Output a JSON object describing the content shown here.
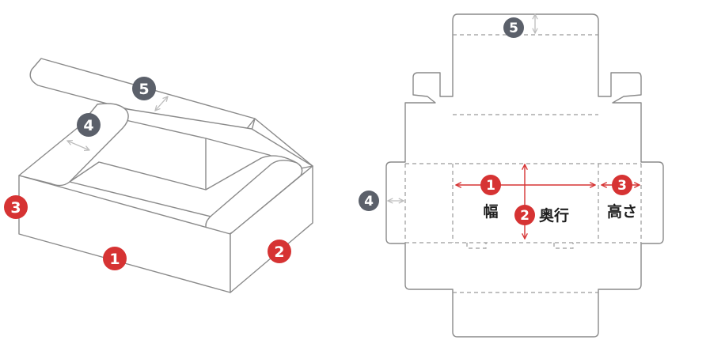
{
  "colors": {
    "outline": "#8a8a8a",
    "fold_dash": "#9a9a9a",
    "accent_red": "#d63333",
    "dark_badge": "#5b606a",
    "light_arrow": "#bdbdbd",
    "text": "#1f1f1f"
  },
  "box_view": {
    "badges": {
      "width": "1",
      "depth": "2",
      "height": "3",
      "insert_flap": "4",
      "lid_flap": "5"
    }
  },
  "net_view": {
    "badges": {
      "width": "1",
      "depth": "2",
      "height": "3",
      "insert_flap": "4",
      "lid_flap": "5"
    },
    "labels": {
      "width": "幅",
      "depth": "奥行",
      "height": "高さ"
    }
  }
}
